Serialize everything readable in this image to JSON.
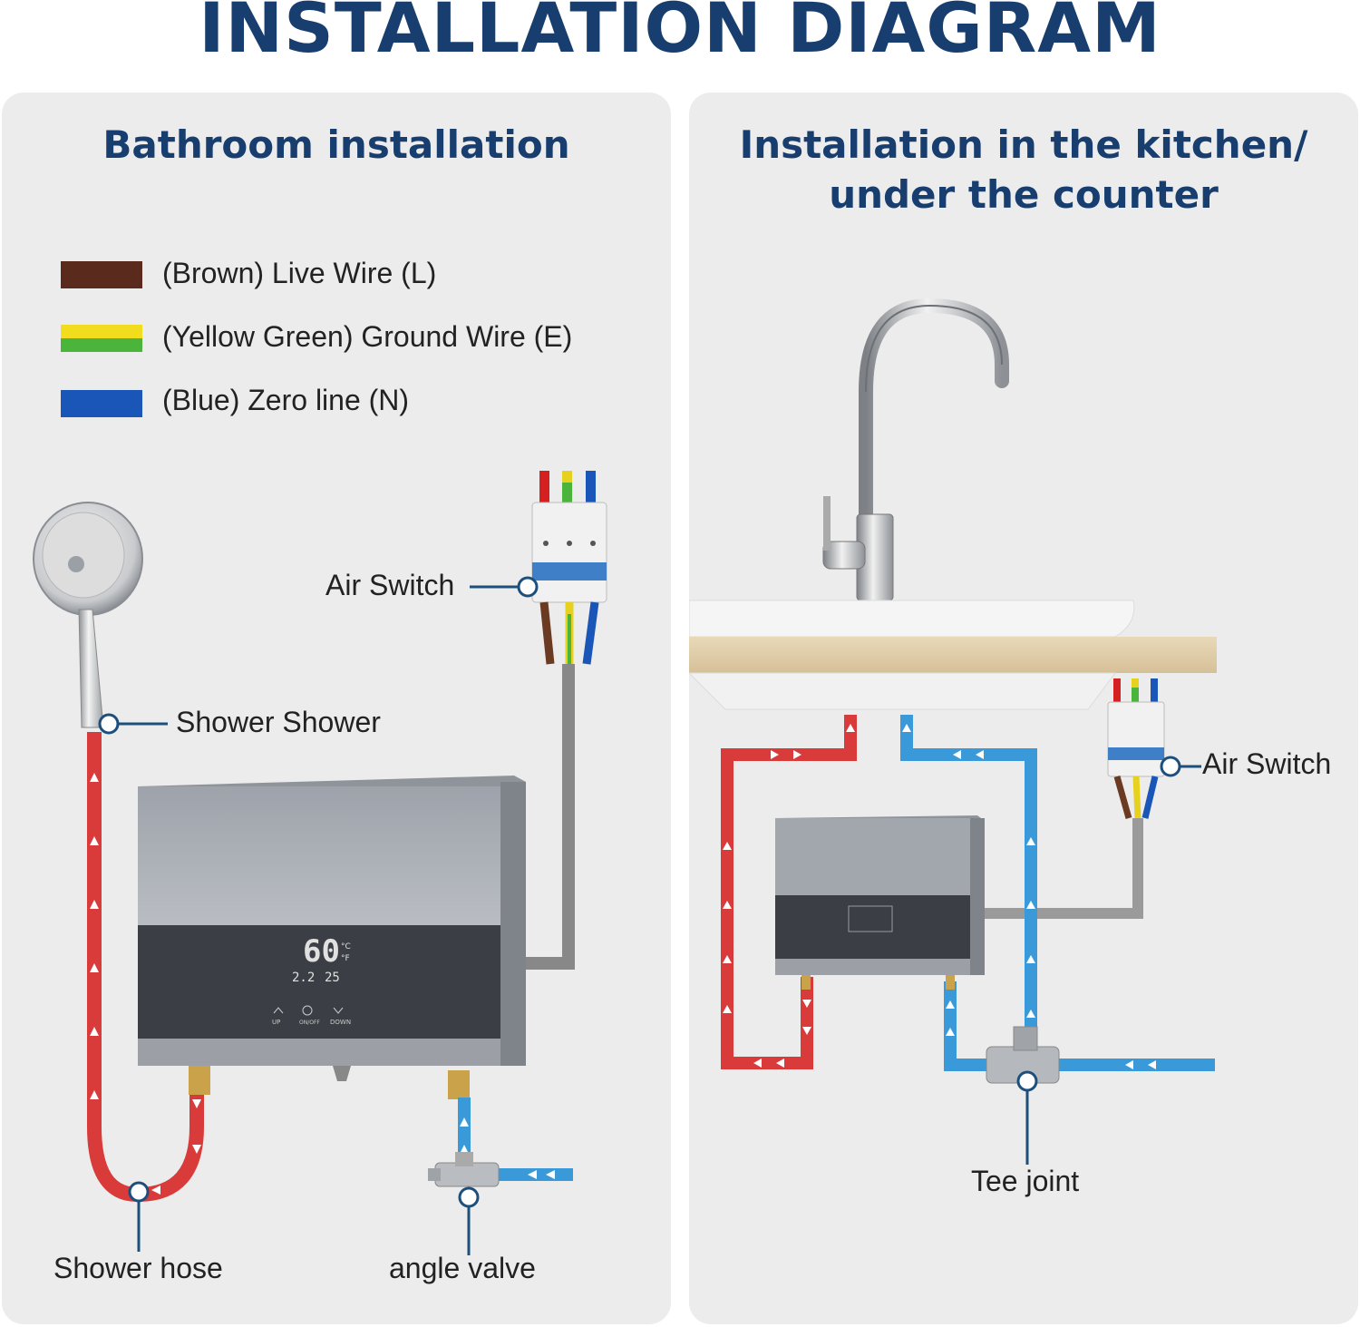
{
  "title": "INSTALLATION DIAGRAM",
  "bathroom": {
    "title": "Bathroom installation",
    "legend": [
      {
        "text": "(Brown) Live Wire (L)",
        "color": "#5a2a1c"
      },
      {
        "text": "(Yellow Green) Ground Wire (E)",
        "color": "#f2dc1e"
      },
      {
        "text": "(Blue) Zero line (N)",
        "color": "#1a55b8"
      }
    ],
    "labels": {
      "air_switch": "Air Switch",
      "shower": "Shower Shower",
      "shower_hose": "Shower hose",
      "angle_valve": "angle valve"
    }
  },
  "kitchen": {
    "title_line1": "Installation in the kitchen/",
    "title_line2": "under the counter",
    "labels": {
      "air_switch": "Air Switch",
      "tee_joint": "Tee joint"
    }
  },
  "display": {
    "temperature": "60",
    "flow": "2.2",
    "inlet_temp": "25",
    "unit_c": "°C",
    "unit_f": "°F",
    "btn_up": "UP",
    "btn_onoff": "ON/OFF",
    "btn_down": "DOWN"
  },
  "colors": {
    "title": "#173e6e",
    "hot_pipe": "#d93a3a",
    "cold_pipe": "#3a9ad9",
    "callout": "#1d4f7c"
  }
}
